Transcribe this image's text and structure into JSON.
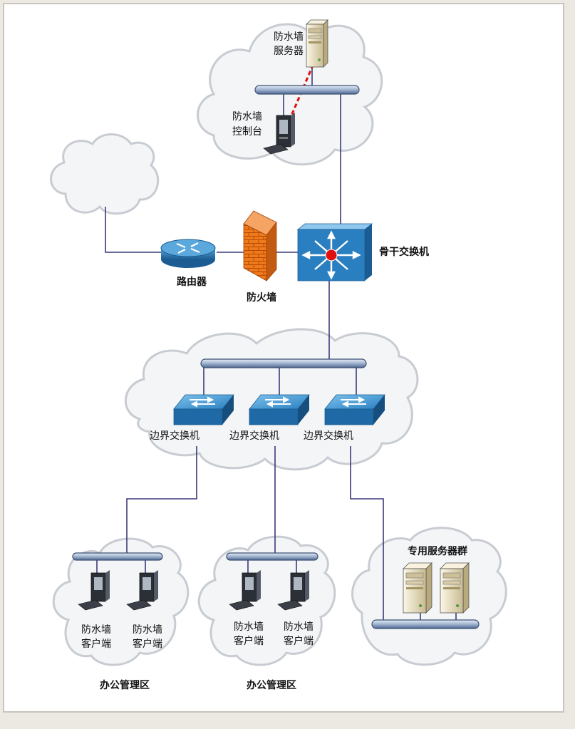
{
  "colors": {
    "cloud_fill": "#f3f5f7",
    "cloud_stroke": "#c8ccd2",
    "bus_fill": "#9fb3cf",
    "bus_stroke": "#3b4f73",
    "link_line": "#3a3a7a",
    "router_blue": "#2a78b0",
    "firewall_orange": "#f07a1a",
    "switch_blue": "#2a7fc0",
    "heartbeat_red": "#e01010",
    "server_beige": "#efe6cf"
  },
  "labels": {
    "fw_server": [
      "防水墙",
      "服务器"
    ],
    "fw_console": [
      "防水墙",
      "控制台"
    ],
    "router": "路由器",
    "firewall": "防火墙",
    "core_switch": "骨干交换机",
    "edge_switch_1": "边界交换机",
    "edge_switch_2": "边界交换机",
    "edge_switch_3": "边界交换机",
    "client": [
      "防水墙",
      "客户端"
    ],
    "server_cluster": "专用服务器群",
    "office_zone_1": "办公管理区",
    "office_zone_2": "办公管理区"
  },
  "icons": {
    "router": "router-icon",
    "firewall": "firewall-brick-icon",
    "core_switch": "core-switch-icon",
    "edge_switch": "workgroup-switch-icon",
    "pc": "desktop-pc-icon",
    "server": "tower-server-icon",
    "cloud": "network-cloud-icon"
  }
}
